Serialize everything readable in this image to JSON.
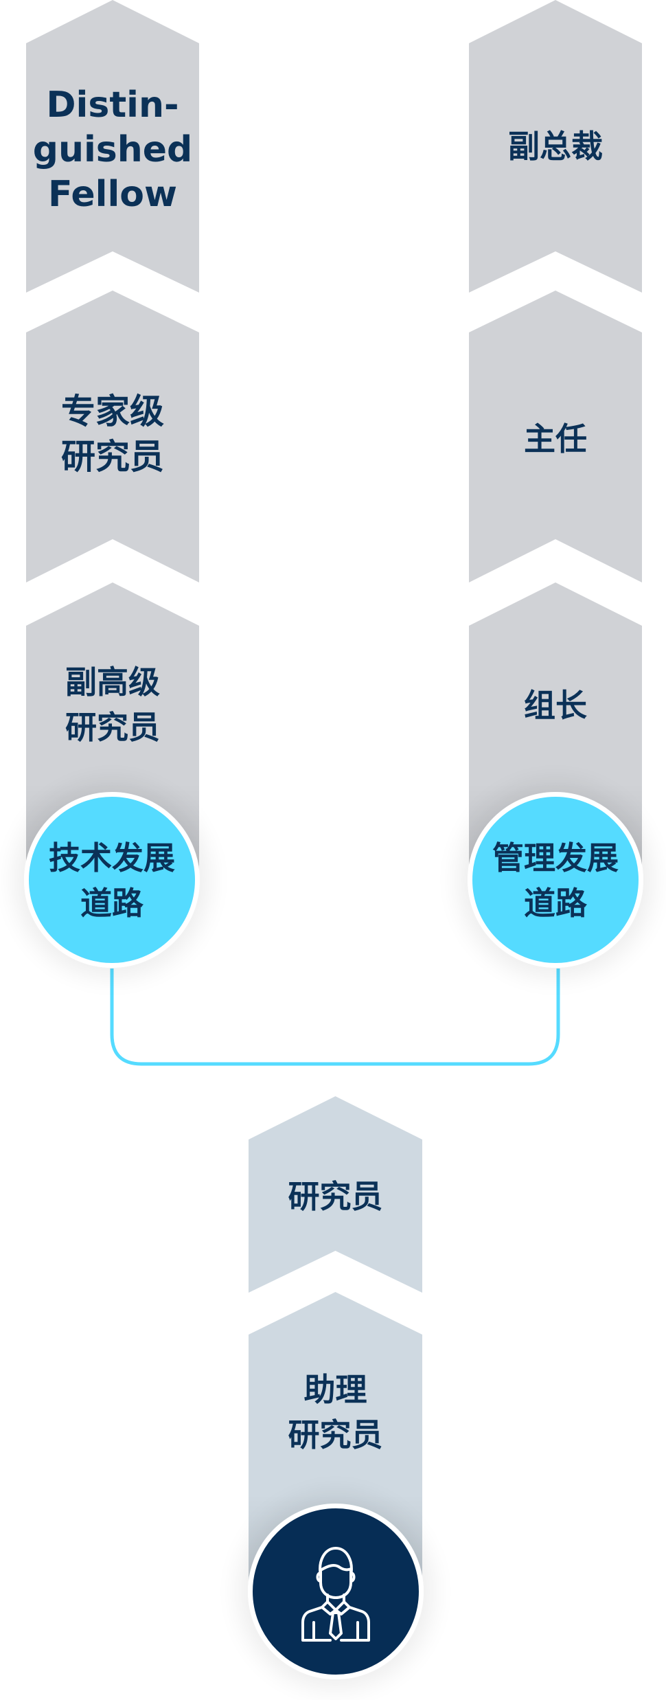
{
  "diagram": {
    "title": "Career development paths",
    "colors": {
      "chevron_grey": "#d0d2d6",
      "chevron_blue_grey": "#cfd9e1",
      "text": "#0b3157",
      "path_circle": "#55dbff",
      "start_circle": "#062d55",
      "connector": "#55dbff"
    },
    "technical_path": {
      "circle_label_line1": "技术发展",
      "circle_label_line2": "道路",
      "levels": [
        {
          "lines": [
            "Distin-",
            "guished",
            "Fellow"
          ]
        },
        {
          "lines": [
            "专家级",
            "研究员"
          ]
        },
        {
          "lines": [
            "副高级",
            "研究员"
          ]
        }
      ]
    },
    "management_path": {
      "circle_label_line1": "管理发展",
      "circle_label_line2": "道路",
      "levels": [
        {
          "lines": [
            "副总裁"
          ]
        },
        {
          "lines": [
            "主任"
          ]
        },
        {
          "lines": [
            "组长"
          ]
        }
      ]
    },
    "common_path": {
      "levels": [
        {
          "lines": [
            "研究员"
          ]
        },
        {
          "lines": [
            "助理",
            "研究员"
          ]
        }
      ],
      "start_icon": "businessman-icon"
    }
  }
}
